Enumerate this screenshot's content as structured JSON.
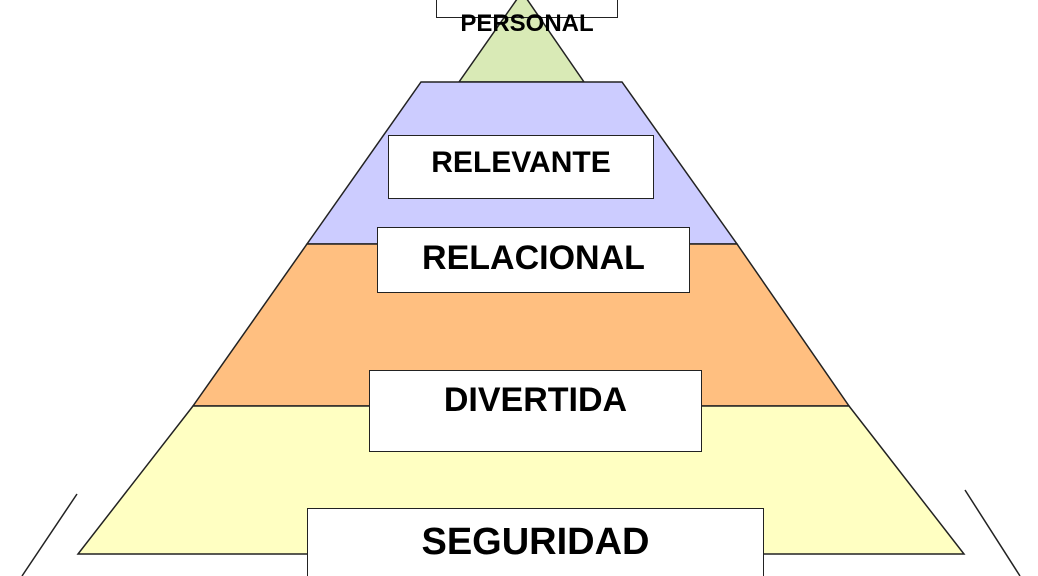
{
  "diagram": {
    "type": "pyramid",
    "levels": [
      {
        "id": "personal",
        "label": "PERSONAL",
        "fill": "#d9eab6"
      },
      {
        "id": "relevante",
        "label": "RELEVANTE",
        "fill": "#ccccff"
      },
      {
        "id": "relacional",
        "label": "RELACIONAL",
        "fill": "#ffbf80"
      },
      {
        "id": "divertida",
        "label": "DIVERTIDA",
        "fill": "#ffffc2"
      },
      {
        "id": "seguridad",
        "label": "SEGURIDAD",
        "fill": "#ffffc2"
      }
    ],
    "outline_color": "#222222"
  }
}
